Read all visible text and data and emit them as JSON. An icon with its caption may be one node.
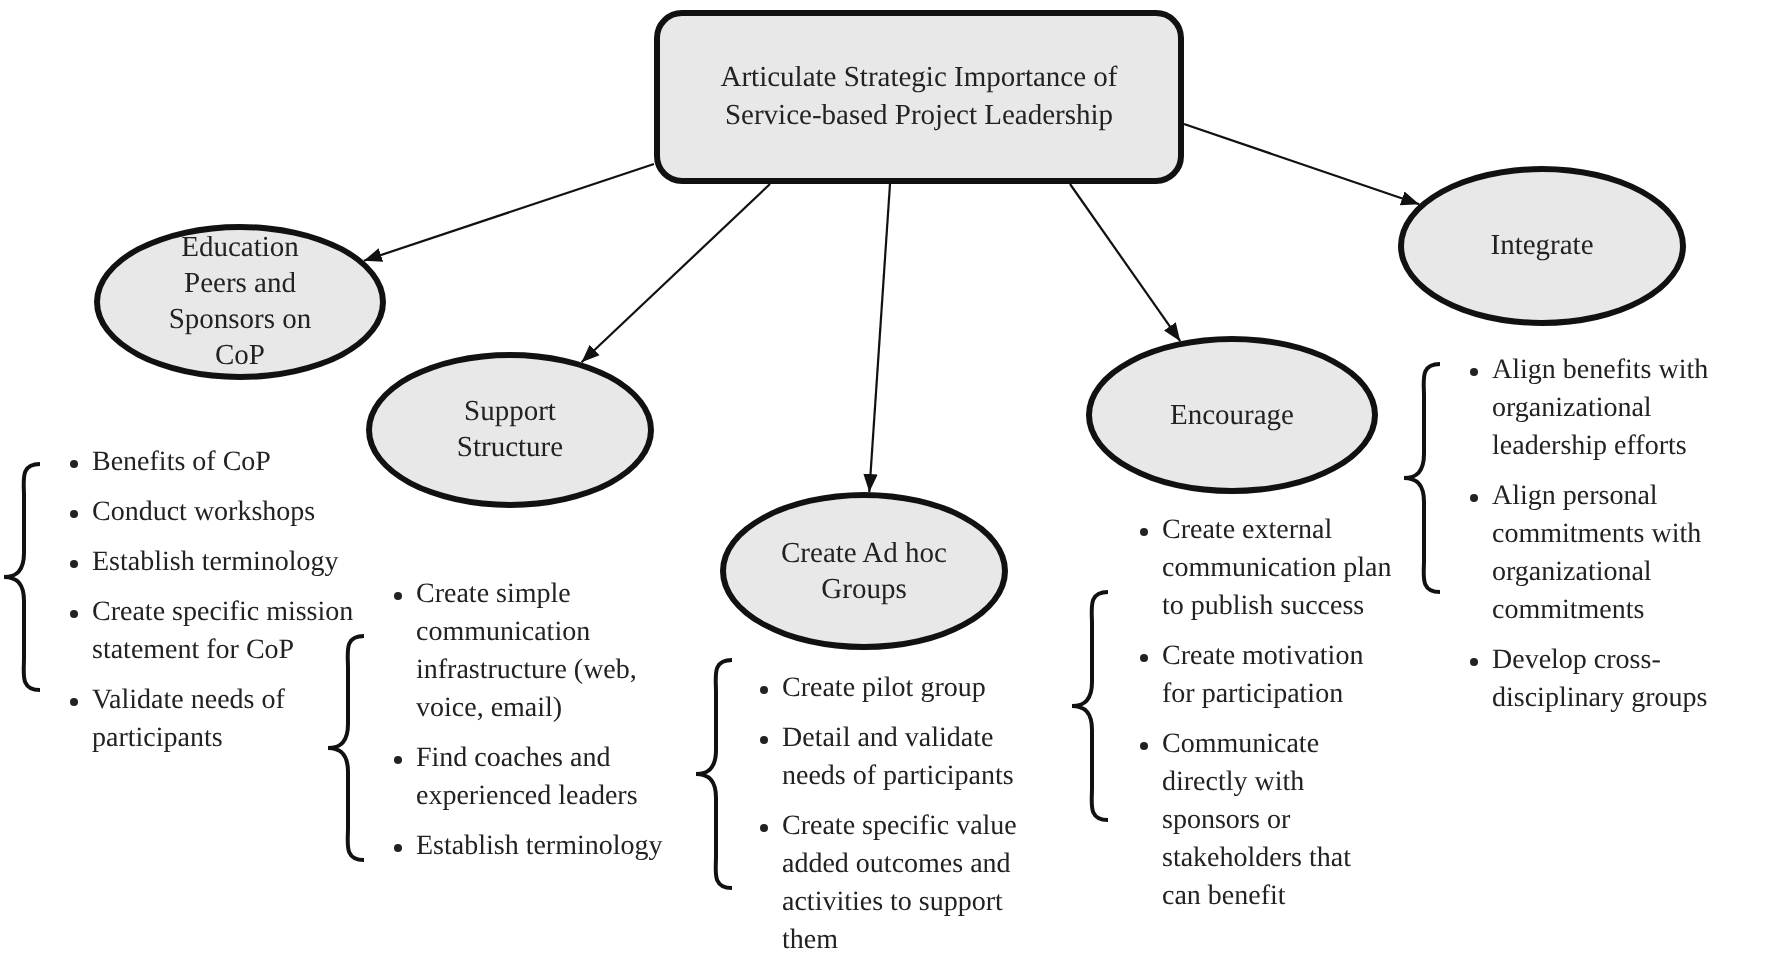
{
  "diagram": {
    "nodes": [
      {
        "text": [
          "Articulate Strategic Importance of Service-based Project Leadership"
        ]
      },
      {
        "text": [
          "Education Peers and Sponsors on CoP"
        ],
        "beside": [
          "Benefits of CoP",
          "Conduct workshops",
          "Establish terminology",
          "Create specific mission statement for CoP",
          "Validate needs of participants"
        ]
      },
      {
        "text": [
          "Support Structure"
        ],
        "beside": [
          "Create simple communication infrastructure (web, voice, email)",
          "Find coaches and experienced leaders",
          "Establish terminology"
        ]
      },
      {
        "text": [
          "Create Ad hoc Groups"
        ],
        "beside": [
          "Create pilot group",
          "Detail and validate needs of participants",
          "Create specific value added outcomes and activities to support them"
        ]
      },
      {
        "text": [
          "Encourage"
        ],
        "beside": [
          "Create external communication plan to publish success",
          "Create motivation for participation",
          "Communicate directly with sponsors or stakeholders that can benefit"
        ]
      },
      {
        "text": [
          "Integrate"
        ],
        "beside": [
          "Align benefits with organizational leadership efforts",
          "Align personal commitments with organizational commitments",
          "Develop cross-disciplinary groups"
        ]
      }
    ],
    "edges": [
      {
        "from": 0,
        "to": 1,
        "arrow": "to"
      },
      {
        "from": 0,
        "to": 2,
        "arrow": "to"
      },
      {
        "from": 0,
        "to": 3,
        "arrow": "to"
      },
      {
        "from": 0,
        "to": 4,
        "arrow": "to"
      },
      {
        "from": 0,
        "to": 5,
        "arrow": "to"
      }
    ]
  }
}
